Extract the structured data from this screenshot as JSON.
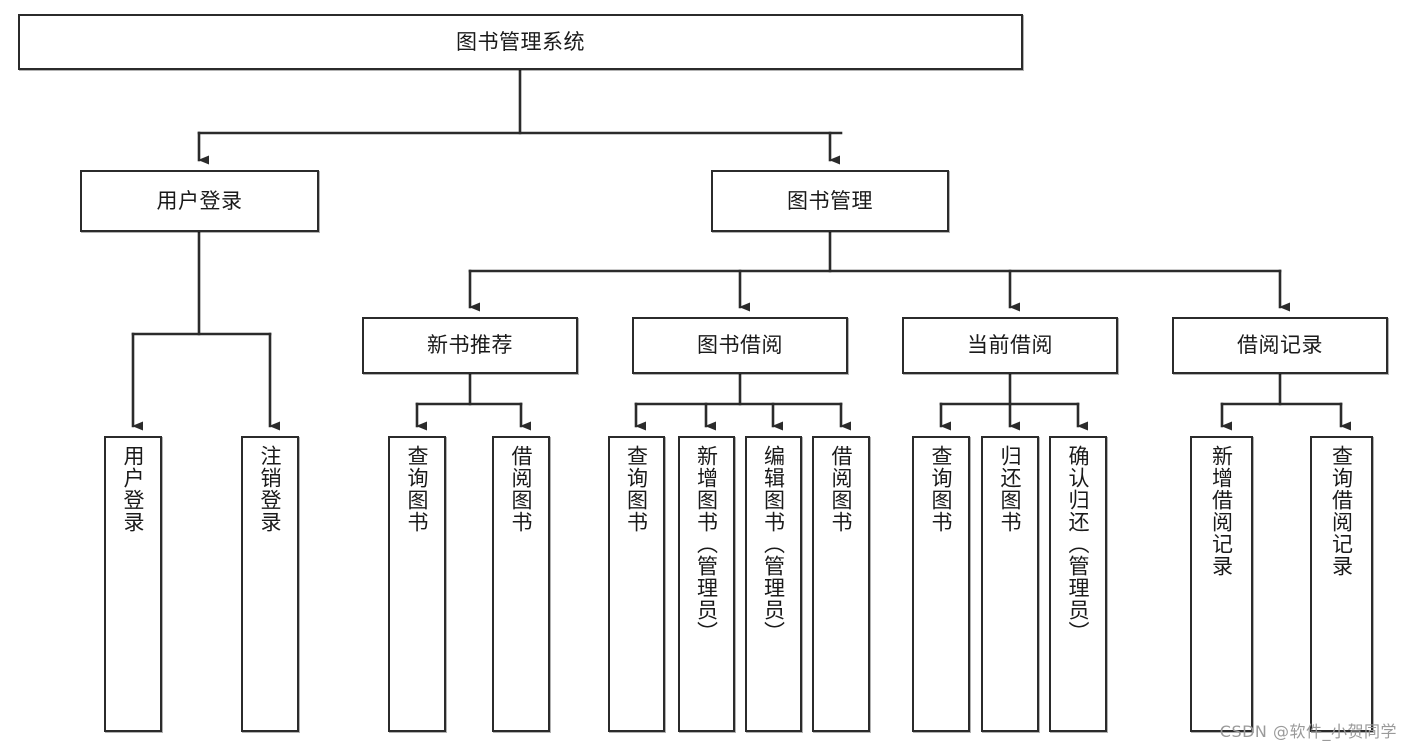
{
  "diagram": {
    "title": "图书管理系统",
    "type": "tree-hierarchy",
    "watermark": "CSDN @软件_小贺同学",
    "colors": {
      "box_border": "#2b2b2b",
      "box_fill": "#ffffff",
      "edge": "#2b2b2b",
      "text": "#1a1a1a",
      "watermark": "#9a9a9a"
    },
    "nodes": {
      "root": {
        "label": "图书管理系统",
        "level": 1,
        "orientation": "horizontal"
      },
      "user_login": {
        "label": "用户登录",
        "level": 2,
        "orientation": "horizontal"
      },
      "book_admin": {
        "label": "图书管理",
        "level": 2,
        "orientation": "horizontal"
      },
      "new_book_rec": {
        "label": "新书推荐",
        "level": 3,
        "orientation": "horizontal"
      },
      "book_borrow": {
        "label": "图书借阅",
        "level": 3,
        "orientation": "horizontal"
      },
      "current_borrow": {
        "label": "当前借阅",
        "level": 3,
        "orientation": "horizontal"
      },
      "borrow_record": {
        "label": "借阅记录",
        "level": 3,
        "orientation": "horizontal"
      },
      "leaf_user_login": {
        "label": "用户登录",
        "level": 4,
        "orientation": "vertical"
      },
      "leaf_logout": {
        "label": "注销登录",
        "level": 4,
        "orientation": "vertical"
      },
      "leaf_query_book_1": {
        "label": "查询图书",
        "level": 4,
        "orientation": "vertical"
      },
      "leaf_borrow_book_1": {
        "label": "借阅图书",
        "level": 4,
        "orientation": "vertical"
      },
      "leaf_query_book_2": {
        "label": "查询图书",
        "level": 4,
        "orientation": "vertical"
      },
      "leaf_add_book": {
        "label": "新增图书（管理员）",
        "level": 4,
        "orientation": "vertical"
      },
      "leaf_edit_book": {
        "label": "编辑图书（管理员）",
        "level": 4,
        "orientation": "vertical"
      },
      "leaf_borrow_book_2": {
        "label": "借阅图书",
        "level": 4,
        "orientation": "vertical"
      },
      "leaf_query_book_3": {
        "label": "查询图书",
        "level": 4,
        "orientation": "vertical"
      },
      "leaf_return_book": {
        "label": "归还图书",
        "level": 4,
        "orientation": "vertical"
      },
      "leaf_confirm_return": {
        "label": "确认归还（管理员）",
        "level": 4,
        "orientation": "vertical"
      },
      "leaf_add_record": {
        "label": "新增借阅记录",
        "level": 4,
        "orientation": "vertical"
      },
      "leaf_query_record": {
        "label": "查询借阅记录",
        "level": 4,
        "orientation": "vertical"
      }
    },
    "edges": [
      {
        "from": "root",
        "to": "user_login"
      },
      {
        "from": "root",
        "to": "book_admin"
      },
      {
        "from": "book_admin",
        "to": "new_book_rec"
      },
      {
        "from": "book_admin",
        "to": "book_borrow"
      },
      {
        "from": "book_admin",
        "to": "current_borrow"
      },
      {
        "from": "book_admin",
        "to": "borrow_record"
      },
      {
        "from": "user_login",
        "to": "leaf_user_login"
      },
      {
        "from": "user_login",
        "to": "leaf_logout"
      },
      {
        "from": "new_book_rec",
        "to": "leaf_query_book_1"
      },
      {
        "from": "new_book_rec",
        "to": "leaf_borrow_book_1"
      },
      {
        "from": "book_borrow",
        "to": "leaf_query_book_2"
      },
      {
        "from": "book_borrow",
        "to": "leaf_add_book"
      },
      {
        "from": "book_borrow",
        "to": "leaf_edit_book"
      },
      {
        "from": "book_borrow",
        "to": "leaf_borrow_book_2"
      },
      {
        "from": "current_borrow",
        "to": "leaf_query_book_3"
      },
      {
        "from": "current_borrow",
        "to": "leaf_return_book"
      },
      {
        "from": "current_borrow",
        "to": "leaf_confirm_return"
      },
      {
        "from": "borrow_record",
        "to": "leaf_add_record"
      },
      {
        "from": "borrow_record",
        "to": "leaf_query_record"
      }
    ]
  }
}
